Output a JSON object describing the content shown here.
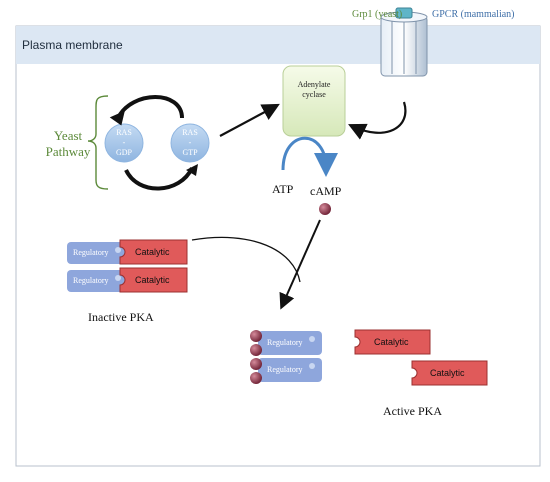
{
  "membrane": {
    "label": "Plasma membrane"
  },
  "receptor": {
    "yeast_label": "Grp1 (yeast)",
    "mammal_label": "GPCR (mammalian)"
  },
  "yeast_pathway": {
    "line1": "Yeast",
    "line2": "Pathway"
  },
  "ras_gdp": {
    "line1": "RAS",
    "line2": "-",
    "line3": "GDP"
  },
  "ras_gtp": {
    "line1": "RAS",
    "line2": "-",
    "line3": "GTP"
  },
  "adenylate": {
    "line1": "Adenylate",
    "line2": "cyclase"
  },
  "atp": "ATP",
  "camp": "cAMP",
  "inactive": {
    "label": "Inactive PKA",
    "regulatory": "Regulatory",
    "catalytic": "Catalytic"
  },
  "active": {
    "label": "Active PKA",
    "regulatory": "Regulatory",
    "catalytic": "Catalytic"
  },
  "colors": {
    "membrane": "#dce7f3",
    "regulatory": "#8ea6dc",
    "catalytic": "#e05a5a",
    "ras": "#a9c8ea",
    "camp": "#7a2438",
    "yeast_text": "#5c8a3a",
    "gpcr_text": "#3f6fa8"
  }
}
